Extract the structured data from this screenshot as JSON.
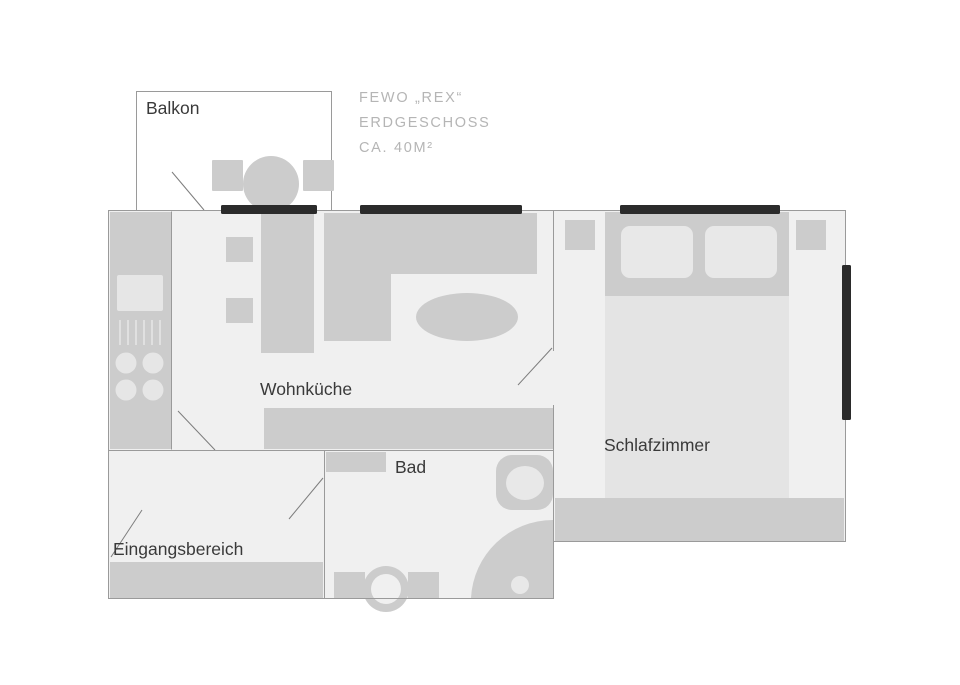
{
  "plan": {
    "title_lines": [
      "FEWO „REX“",
      "ERDGESCHOSS",
      "CA. 40M²"
    ],
    "title_line_1": "FEWO „REX“",
    "title_line_2": "ERDGESCHOSS",
    "title_line_3": "CA. 40M²",
    "rooms": [
      {
        "id": "balkon",
        "label": "Balkon"
      },
      {
        "id": "wohnkueche",
        "label": "Wohnküche"
      },
      {
        "id": "bad",
        "label": "Bad"
      },
      {
        "id": "schlafzimmer",
        "label": "Schlafzimmer"
      },
      {
        "id": "eingang",
        "label": "Eingangsbereich"
      }
    ],
    "colors": {
      "background": "#ffffff",
      "floor": "#f0f0f0",
      "furniture": "#cccccc",
      "furniture_light": "#e4e4e4",
      "wall_line": "#9a9a9a",
      "window_dark": "#2b2b2b",
      "label_text": "#3a3a3a",
      "title_text": "#b5b5b5"
    },
    "features": {
      "balcony": [
        "round-table",
        "chair-left",
        "chair-right",
        "balcony-door"
      ],
      "kitchen": [
        "counter",
        "sink",
        "drawers",
        "stove-4-burner"
      ],
      "living": [
        "tall-cabinet",
        "wall-shelf-upper",
        "wall-shelf-lower",
        "l-sofa",
        "oval-coffee-table",
        "sideboard"
      ],
      "bath": [
        "vanity-counter",
        "sink-basin",
        "quarter-round-shower",
        "shower-drain",
        "toilet",
        "fixture-left",
        "fixture-right"
      ],
      "bedroom": [
        "double-bed",
        "pillow-left",
        "pillow-right",
        "nightstand-left",
        "nightstand-right",
        "wardrobe",
        "side-window"
      ],
      "entry": [
        "wardrobe-bench",
        "entry-door",
        "inner-door"
      ]
    }
  }
}
